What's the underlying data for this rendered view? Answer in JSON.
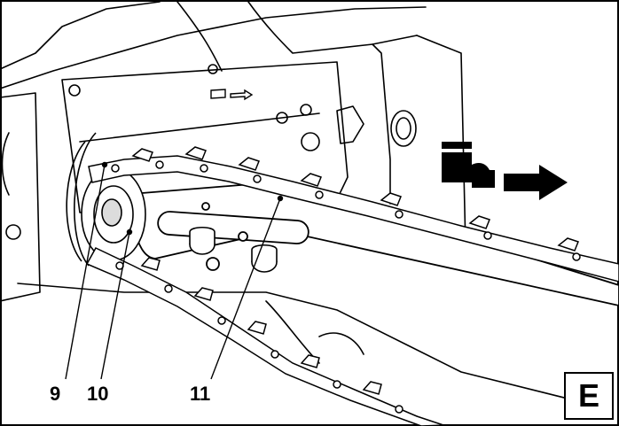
{
  "callouts": {
    "c9": "9",
    "c10": "10",
    "c11": "11"
  },
  "panel_letter": "E",
  "colors": {
    "line": "#000000",
    "background": "#ffffff",
    "shade": "#dcdcdc"
  }
}
